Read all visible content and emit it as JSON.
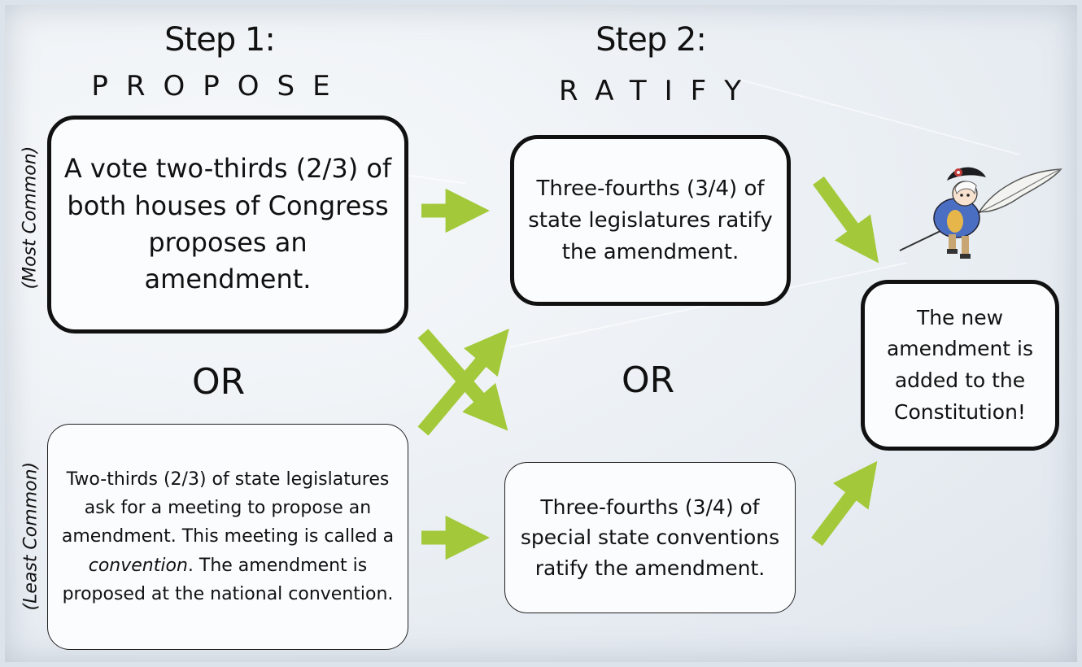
{
  "step1": {
    "title": "Step 1:",
    "phase": "PROPOSE"
  },
  "step2": {
    "title": "Step 2:",
    "phase": "RATIFY"
  },
  "side_labels": {
    "top": "(Most Common)",
    "bottom": "(Least Common)"
  },
  "or_label": "OR",
  "boxes": {
    "congress_vote": "A vote two-thirds (2/3) of both houses of Congress proposes an amendment.",
    "convention_prefix": "Two-thirds (2/3) of state legislatures ask for a meeting to propose an amendment. This meeting is called a ",
    "convention_word": "convention",
    "convention_suffix": ". The amendment is proposed at the national convention.",
    "legislatures_ratify": "Three-fourths (3/4) of state legislatures ratify the amendment.",
    "conventions_ratify": "Three-fourths (3/4) of special state conventions ratify the amendment.",
    "result": "The new amendment is added to the Constitution!"
  },
  "colors": {
    "arrow": "#a3c93a",
    "border": "#111111",
    "paper": "#eef2f6"
  },
  "icons": {
    "mascot": "quill-pen-character-icon"
  }
}
